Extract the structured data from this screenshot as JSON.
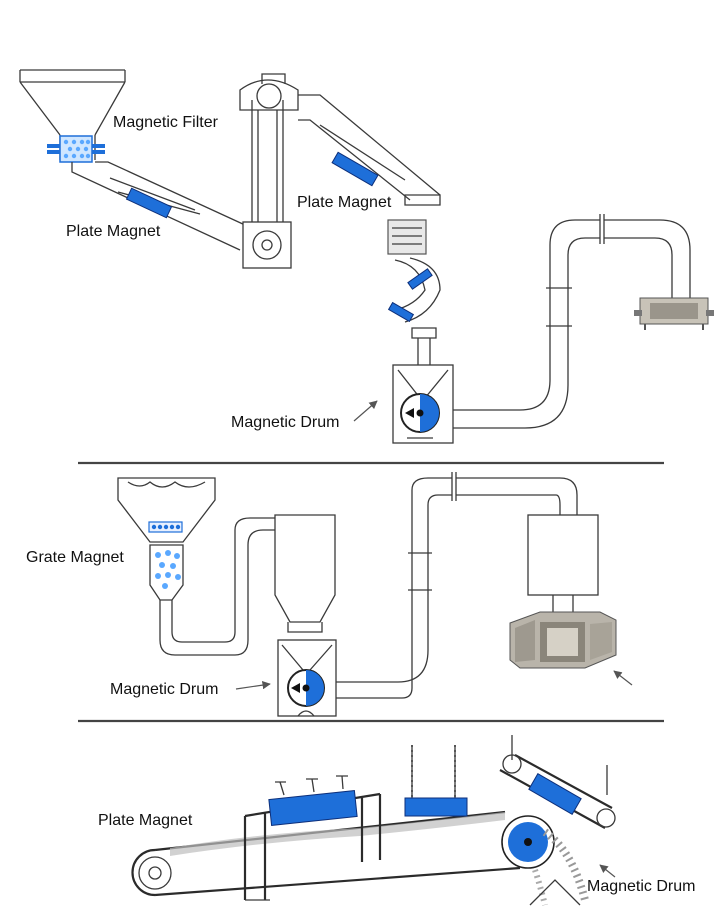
{
  "labels": {
    "magnetic_filter": "Magnetic Filter",
    "plate_magnet_1": "Plate Magnet",
    "plate_magnet_2": "Plate Magnet",
    "magnetic_drum_1": "Magnetic Drum",
    "grate_magnet": "Grate Magnet",
    "magnetic_drum_2": "Magnetic Drum",
    "plate_magnet_3": "Plate Magnet",
    "magnetic_drum_3": "Magnetic Drum"
  },
  "colors": {
    "magnet_blue": "#1e6fd9",
    "filter_blue": "#5aa8ff",
    "line": "#3a3a3a",
    "divider": "#444444"
  },
  "sections": [
    "pneumatic-gravity-line",
    "hopper-pneumatic-line",
    "conveyor-belt"
  ]
}
